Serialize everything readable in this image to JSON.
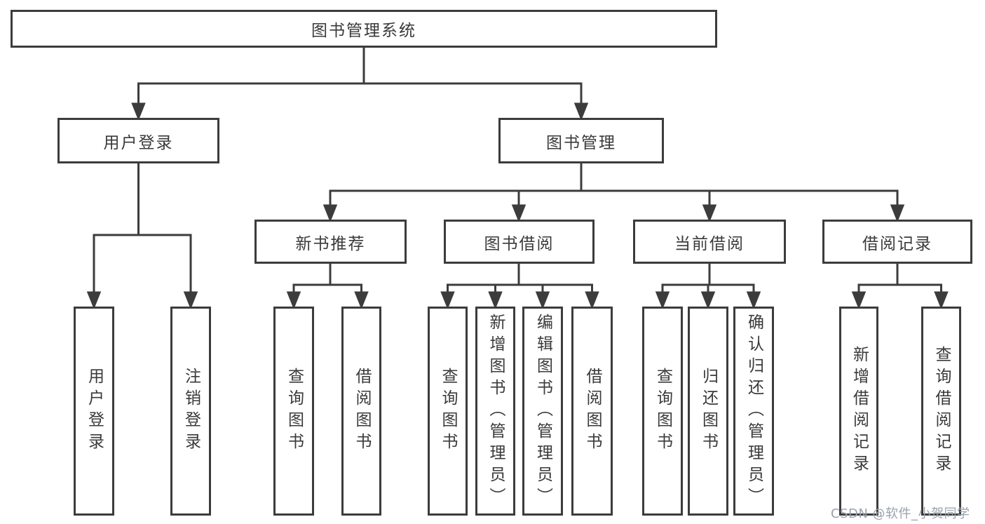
{
  "colors": {
    "line": "#3c3c3c",
    "text": "#3a3a3a",
    "box_background": "#ffffff",
    "watermark": "#9aa2ad"
  },
  "root": {
    "label": "图书管理系统"
  },
  "branches": [
    {
      "id": "user-login",
      "label": "用户登录",
      "children": [
        "用户登录",
        "注销登录"
      ]
    },
    {
      "id": "book-management",
      "label": "图书管理",
      "sections": [
        {
          "id": "new-book-recommendation",
          "label": "新书推荐",
          "children": [
            "查询图书",
            "借阅图书"
          ]
        },
        {
          "id": "book-borrowing",
          "label": "图书借阅",
          "children": [
            "查询图书",
            "新增图书（管理员）",
            "编辑图书（管理员）",
            "借阅图书"
          ]
        },
        {
          "id": "current-borrowing",
          "label": "当前借阅",
          "children": [
            "查询图书",
            "归还图书",
            "确认归还（管理员）"
          ]
        },
        {
          "id": "borrowing-records",
          "label": "借阅记录",
          "children": [
            "新增借阅记录",
            "查询借阅记录"
          ]
        }
      ]
    }
  ],
  "watermark": "CSDN @软件_小贺同学"
}
